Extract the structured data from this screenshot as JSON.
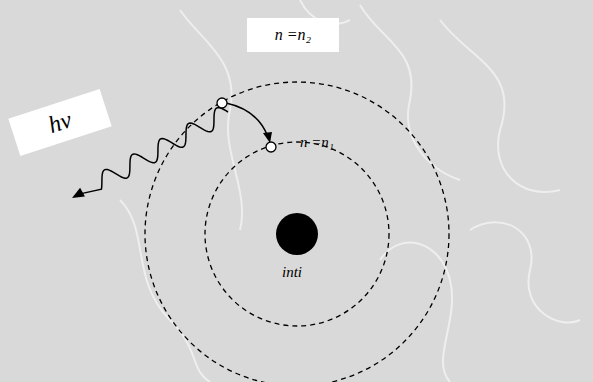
{
  "diagram": {
    "nodes": [
      {
        "text": [
          "n =n₂"
        ]
      },
      {
        "text": [
          "hν"
        ]
      }
    ],
    "labels": [
      "n =n₁",
      "inti"
    ]
  }
}
